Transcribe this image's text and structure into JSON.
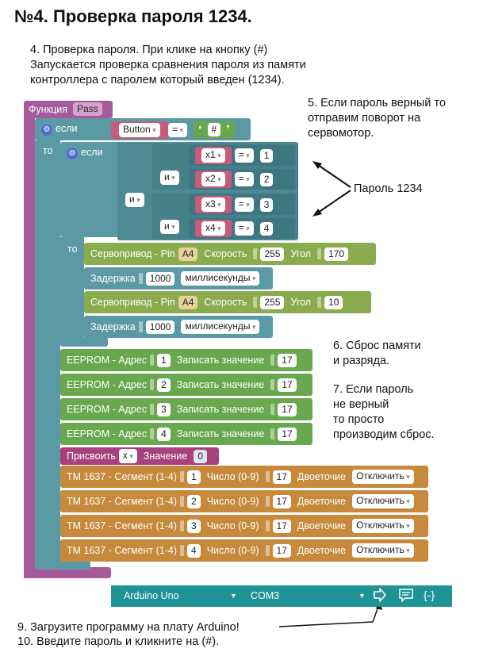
{
  "title": "№4. Проверка пароля 1234.",
  "notes": {
    "intro": "4. Проверка пароля. При клике на кнопку (#)\nЗапускается проверка сравнения пароля из памяти\nконтроллера с паролем который введен (1234).",
    "step5": "5. Если пароль верный то\nотправим поворот на\nсервомотор.",
    "password": "Пароль 1234",
    "step6": "6. Сброс памяти\nи разряда.",
    "step7": "7. Если пароль\nне верный\nто просто\nпроизводим сброс.",
    "step9": "9. Загрузите программу на плату Arduino!",
    "step10": "10. Введите пароль и кликните на (#)."
  },
  "function": {
    "label": "Функция",
    "name": "Pass"
  },
  "if_outer": {
    "if": "если",
    "button": "Button",
    "eq": "=",
    "value": "#",
    "then": "то"
  },
  "if_inner": {
    "if": "если",
    "then": "то",
    "and": "и",
    "eq": "=",
    "conds": [
      {
        "var": "x1",
        "val": "1"
      },
      {
        "var": "x2",
        "val": "2"
      },
      {
        "var": "x3",
        "val": "3"
      },
      {
        "var": "x4",
        "val": "4"
      }
    ]
  },
  "servo1": {
    "label": "Сервопривод - Pin",
    "pin": "A4",
    "speed_label": "Скорость",
    "speed": "255",
    "angle_label": "Угол",
    "angle": "170"
  },
  "delay1": {
    "label": "Задержка",
    "value": "1000",
    "unit": "миллисекунды"
  },
  "servo2": {
    "label": "Сервопривод - Pin",
    "pin": "A4",
    "speed_label": "Скорость",
    "speed": "255",
    "angle_label": "Угол",
    "angle": "10"
  },
  "delay2": {
    "label": "Задержка",
    "value": "1000",
    "unit": "миллисекунды"
  },
  "eeprom": [
    {
      "label": "EEPROM - Адрес",
      "addr": "1",
      "write": "Записать значение",
      "val": "17"
    },
    {
      "label": "EEPROM - Адрес",
      "addr": "2",
      "write": "Записать значение",
      "val": "17"
    },
    {
      "label": "EEPROM - Адрес",
      "addr": "3",
      "write": "Записать значение",
      "val": "17"
    },
    {
      "label": "EEPROM - Адрес",
      "addr": "4",
      "write": "Записать значение",
      "val": "17"
    }
  ],
  "assign": {
    "label": "Присвоить",
    "var": "x",
    "value_label": "Значение",
    "value": "0"
  },
  "tm": [
    {
      "label": "TM 1637 - Сегмент (1-4)",
      "seg": "1",
      "num_label": "Число (0-9)",
      "num": "17",
      "colon": "Двоеточие",
      "mode": "Отключить"
    },
    {
      "label": "TM 1637 - Сегмент (1-4)",
      "seg": "2",
      "num_label": "Число (0-9)",
      "num": "17",
      "colon": "Двоеточие",
      "mode": "Отключить"
    },
    {
      "label": "TM 1637 - Сегмент (1-4)",
      "seg": "3",
      "num_label": "Число (0-9)",
      "num": "17",
      "colon": "Двоеточие",
      "mode": "Отключить"
    },
    {
      "label": "TM 1637 - Сегмент (1-4)",
      "seg": "4",
      "num_label": "Число (0-9)",
      "num": "17",
      "colon": "Двоеточие",
      "mode": "Отключить"
    }
  ],
  "toolbar": {
    "board": "Arduino Uno",
    "port": "COM3",
    "upload_icon": "upload-arrow-icon",
    "monitor_icon": "serial-monitor-icon",
    "code_icon": "code-braces-icon",
    "code_glyph": "{-}"
  }
}
